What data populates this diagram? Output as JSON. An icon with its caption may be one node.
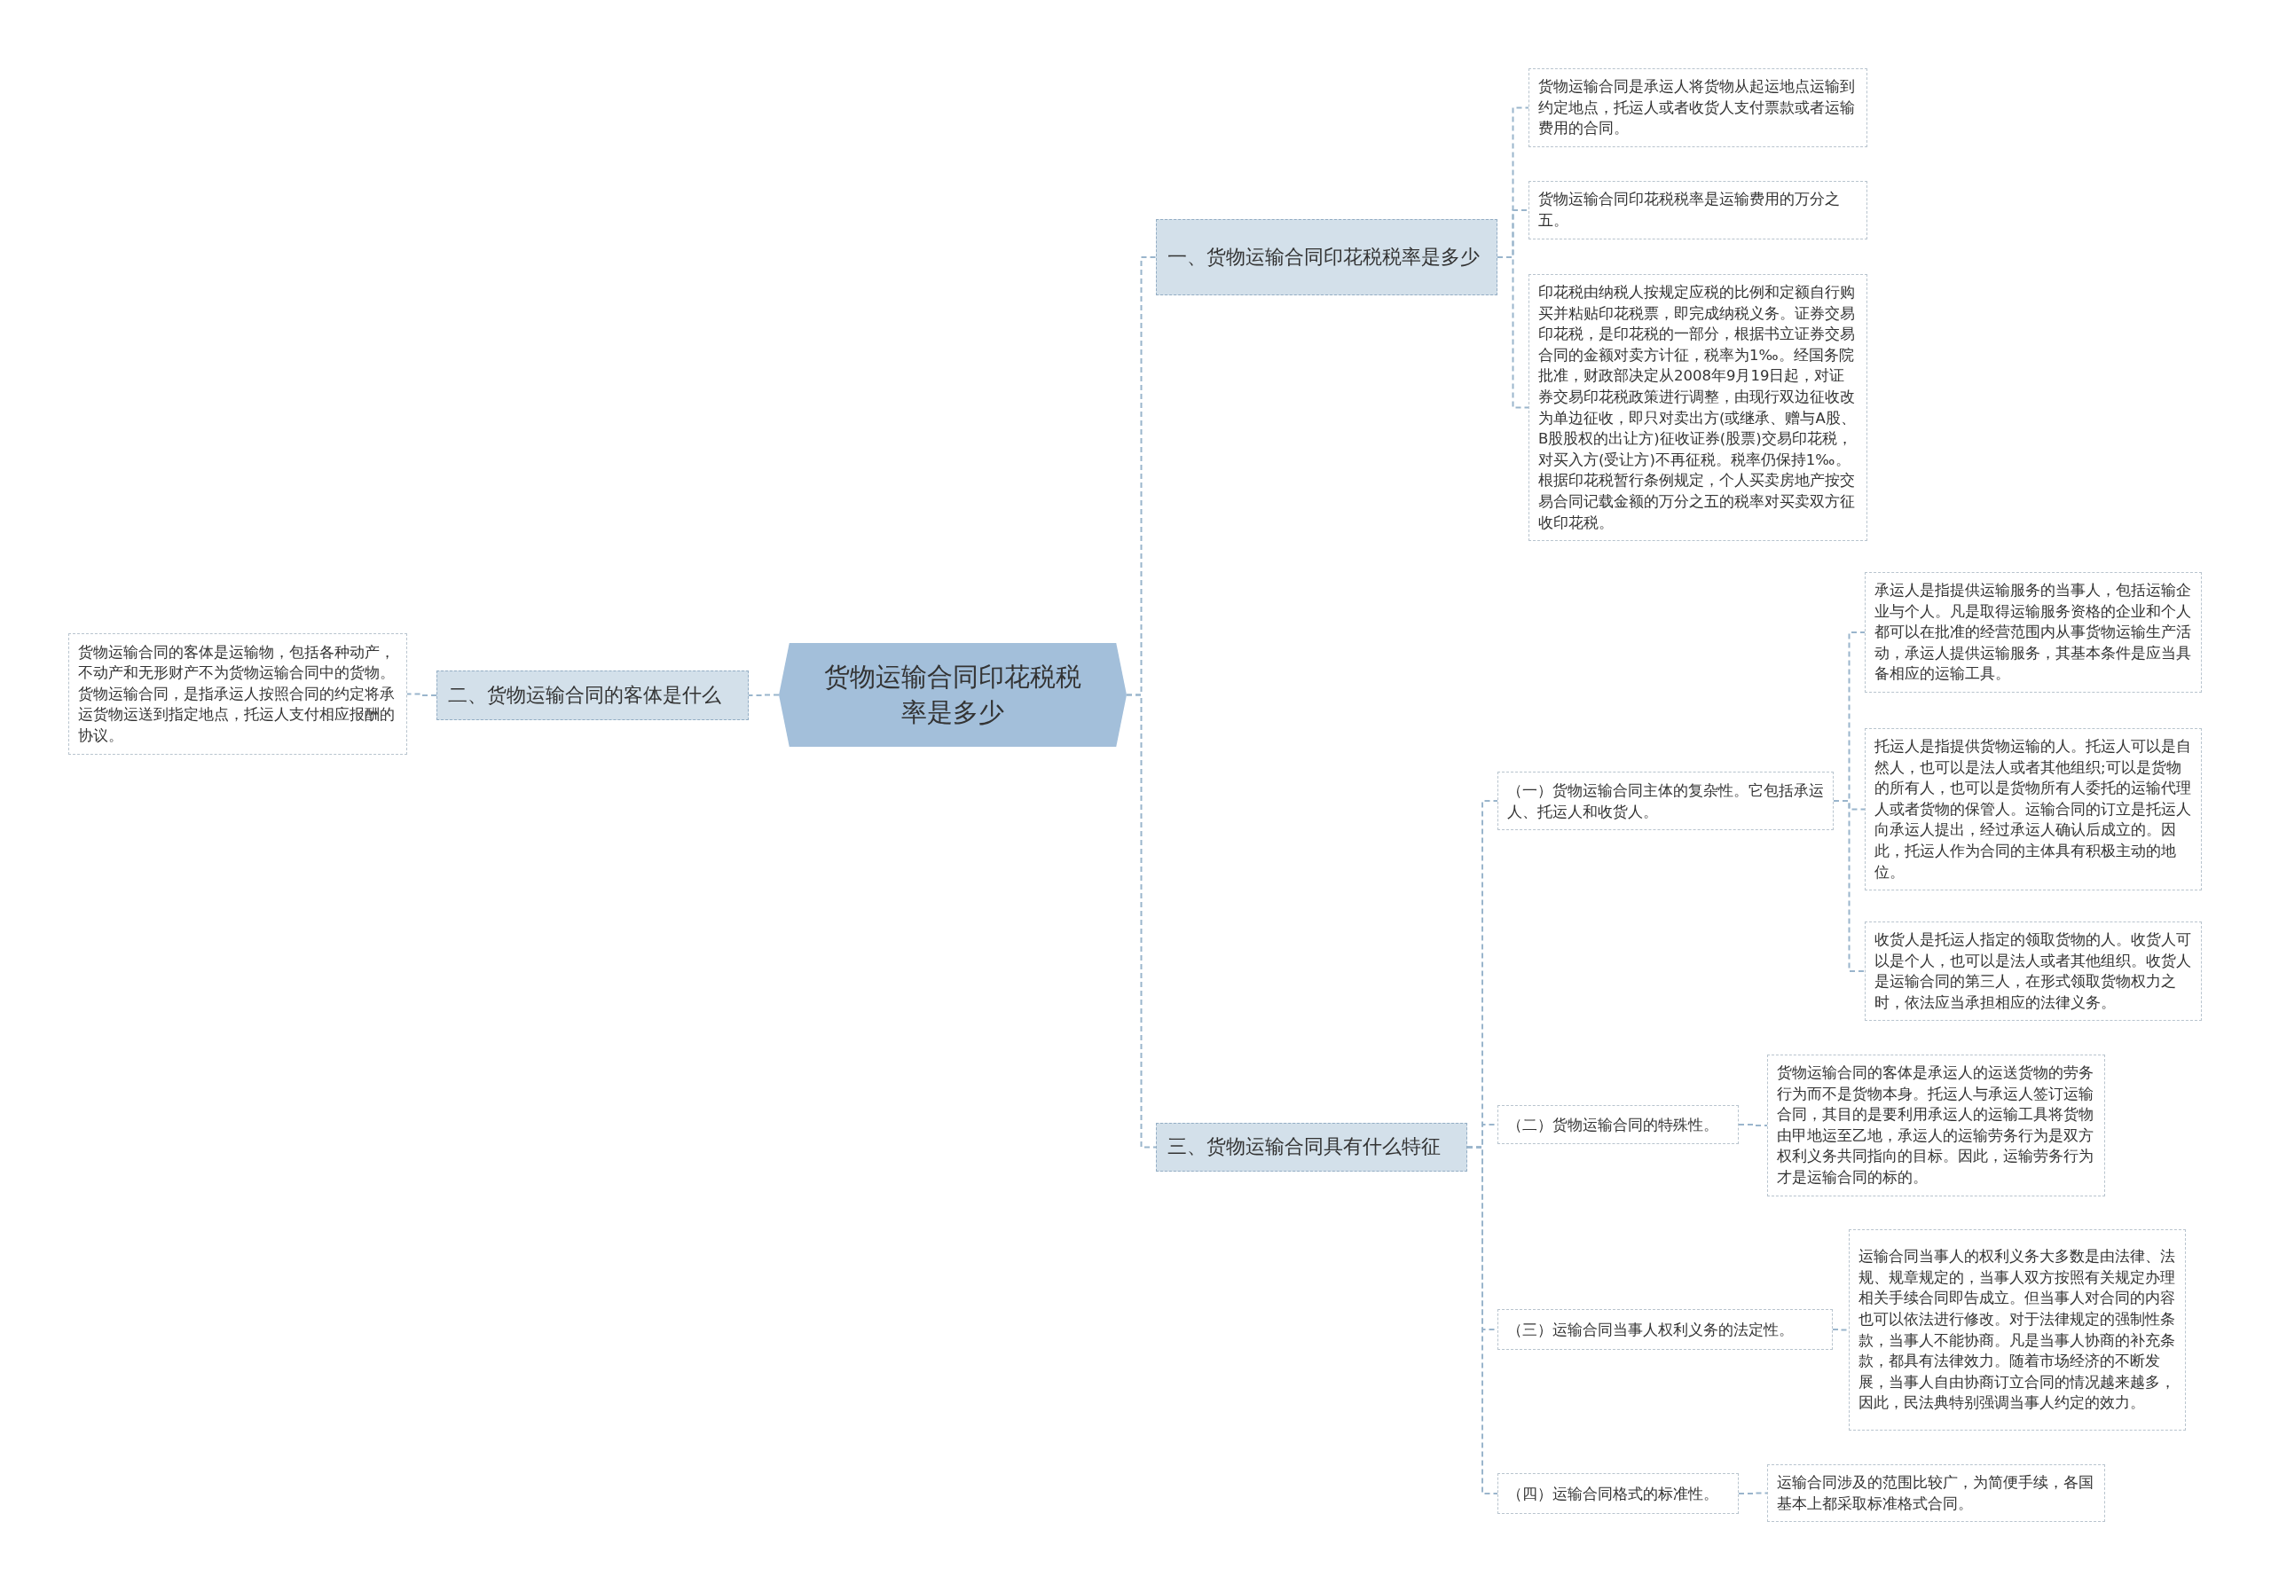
{
  "diagram": {
    "nodes": [
      {
        "text": [
          "货物运输合同印花税税率是多少"
        ]
      },
      {
        "text": [
          "一、货物运输合同印花税税率是多少"
        ]
      },
      {
        "text": [
          "货物运输合同是承运人将货物从起运地点运输到约定地点，托运人或者收货人支付票款或者运输费用的合同。"
        ]
      },
      {
        "text": [
          "货物运输合同印花税税率是运输费用的万分之五。"
        ]
      },
      {
        "text": [
          "印花税由纳税人按规定应税的比例和定额自行购买并粘贴印花税票，即完成纳税义务。证券交易印花税，是印花税的一部分，根据书立证券交易合同的金额对卖方计征，税率为1‰。经国务院批准，财政部决定从2008年9月19日起，对证券交易印花税政策进行调整，由现行双边征收改为单边征收，即只对卖出方(或继承、赠与A股、B股股权的出让方)征收证券(股票)交易印花税，对买入方(受让方)不再征税。税率仍保持1‰。根据印花税暂行条例规定，个人买卖房地产按交易合同记载金额的万分之五的税率对买卖双方征收印花税。"
        ]
      },
      {
        "text": [
          "二、货物运输合同的客体是什么"
        ]
      },
      {
        "text": [
          "货物运输合同的客体是运输物，包括各种动产，不动产和无形财产不为货物运输合同中的货物。货物运输合同，是指承运人按照合同的约定将承运货物运送到指定地点，托运人支付相应报酬的协议。"
        ]
      },
      {
        "text": [
          "三、货物运输合同具有什么特征"
        ]
      },
      {
        "text": [
          "（一）货物运输合同主体的复杂性。它包括承运人、托运人和收货人。"
        ]
      },
      {
        "text": [
          "承运人是指提供运输服务的当事人，包括运输企业与个人。凡是取得运输服务资格的企业和个人都可以在批准的经营范围内从事货物运输生产活动，承运人提供运输服务，其基本条件是应当具备相应的运输工具。"
        ]
      },
      {
        "text": [
          "托运人是指提供货物运输的人。托运人可以是自然人，也可以是法人或者其他组织;可以是货物的所有人，也可以是货物所有人委托的运输代理人或者货物的保管人。运输合同的订立是托运人向承运人提出，经过承运人确认后成立的。因此，托运人作为合同的主体具有积极主动的地位。"
        ]
      },
      {
        "text": [
          "收货人是托运人指定的领取货物的人。收货人可以是个人，也可以是法人或者其他组织。收货人是运输合同的第三人，在形式领取货物权力之时，依法应当承担相应的法律义务。"
        ]
      },
      {
        "text": [
          "（二）货物运输合同的特殊性。"
        ]
      },
      {
        "text": [
          "货物运输合同的客体是承运人的运送货物的劳务行为而不是货物本身。托运人与承运人签订运输合同，其目的是要利用承运人的运输工具将货物由甲地运至乙地，承运人的运输劳务行为是双方权利义务共同指向的目标。因此，运输劳务行为才是运输合同的标的。"
        ]
      },
      {
        "text": [
          "（三）运输合同当事人权利义务的法定性。"
        ]
      },
      {
        "text": [
          "运输合同当事人的权利义务大多数是由法律、法规、规章规定的，当事人双方按照有关规定办理相关手续合同即告成立。但当事人对合同的内容也可以依法进行修改。对于法律规定的强制性条款，当事人不能协商。凡是当事人协商的补充条款，都具有法律效力。随着市场经济的不断发展，当事人自由协商订立合同的情况越来越多，因此，民法典特别强调当事人约定的效力。"
        ]
      },
      {
        "text": [
          "（四）运输合同格式的标准性。"
        ]
      },
      {
        "text": [
          "运输合同涉及的范围比较广，为简便手续，各国基本上都采取标准格式合同。"
        ]
      }
    ],
    "edges": [
      {
        "from": 0,
        "to": 1,
        "arrow": "none"
      },
      {
        "from": 0,
        "to": 5,
        "arrow": "none"
      },
      {
        "from": 0,
        "to": 7,
        "arrow": "none"
      },
      {
        "from": 1,
        "to": 2,
        "arrow": "none"
      },
      {
        "from": 1,
        "to": 3,
        "arrow": "none"
      },
      {
        "from": 1,
        "to": 4,
        "arrow": "none"
      },
      {
        "from": 5,
        "to": 6,
        "arrow": "none"
      },
      {
        "from": 7,
        "to": 8,
        "arrow": "none"
      },
      {
        "from": 7,
        "to": 12,
        "arrow": "none"
      },
      {
        "from": 7,
        "to": 14,
        "arrow": "none"
      },
      {
        "from": 7,
        "to": 16,
        "arrow": "none"
      },
      {
        "from": 8,
        "to": 9,
        "arrow": "none"
      },
      {
        "from": 8,
        "to": 10,
        "arrow": "none"
      },
      {
        "from": 8,
        "to": 11,
        "arrow": "none"
      },
      {
        "from": 12,
        "to": 13,
        "arrow": "none"
      },
      {
        "from": 14,
        "to": 15,
        "arrow": "none"
      },
      {
        "from": 16,
        "to": 17,
        "arrow": "none"
      }
    ]
  }
}
